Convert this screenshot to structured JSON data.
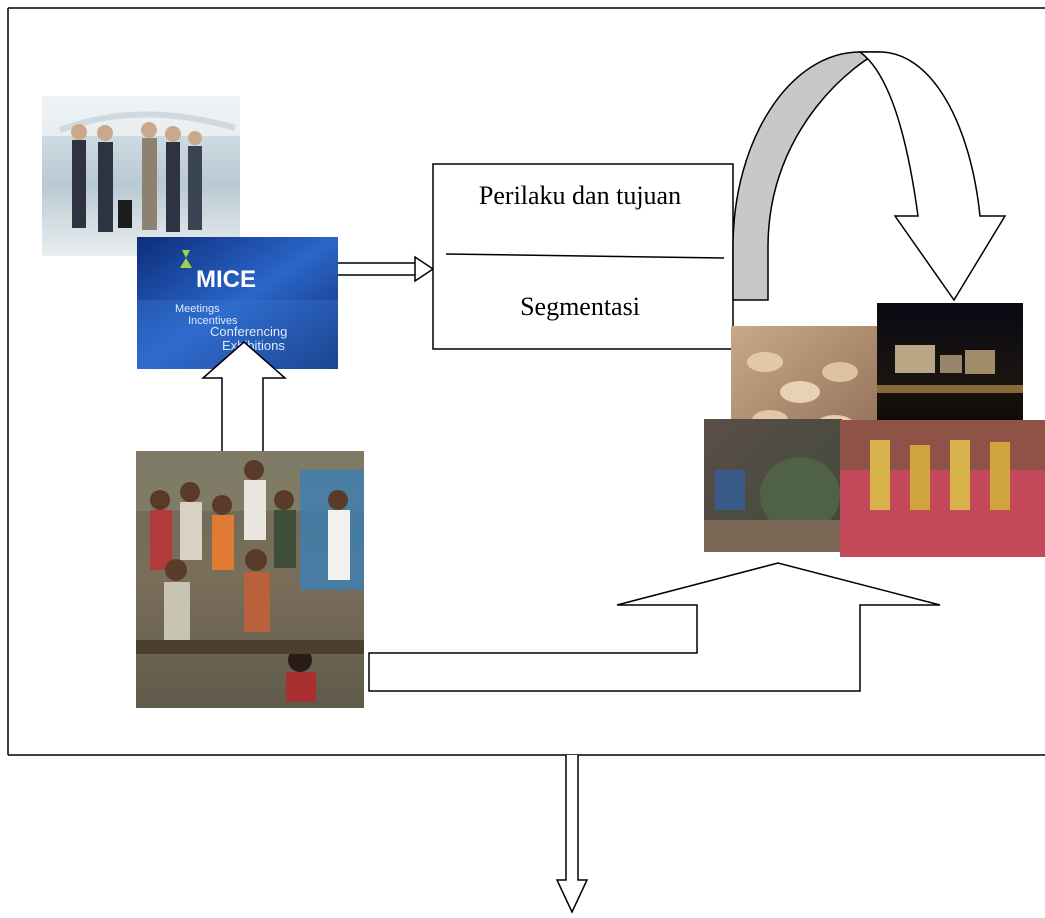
{
  "box": {
    "top_label": "Perilaku dan tujuan",
    "bottom_label": "Segmentasi"
  },
  "mice_logo": {
    "title": "MICE",
    "lines": [
      "Meetings",
      "Incentives",
      "Conferencing",
      "Exhibitions"
    ]
  },
  "colors": {
    "stroke": "#000000",
    "curved_arrow_fill": "#c8c8c8",
    "mice_blue": "#1f4fb0"
  }
}
